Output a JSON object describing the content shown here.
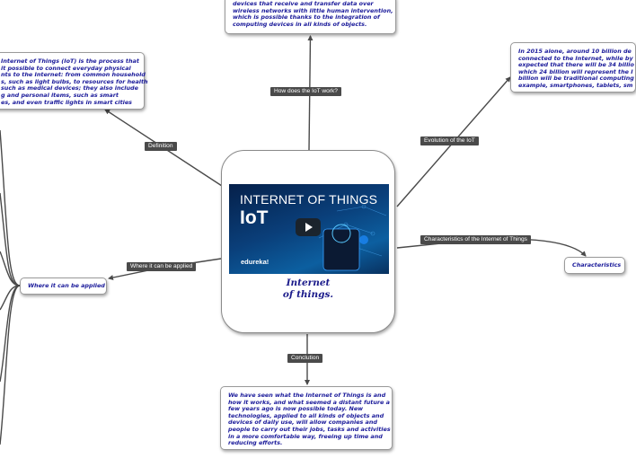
{
  "center": {
    "video": {
      "line1": "INTERNET OF THINGS",
      "line2": "IoT",
      "brand": "edureka!"
    },
    "title": "Internet\nof things."
  },
  "branches": {
    "how": "How does the IoT work?",
    "definition": "Definition",
    "evolution": "Evolution of the IoT",
    "characteristics": "Characteristics of the Internet of Things",
    "applied": "Where it can be applied",
    "conclusion": "Conclution"
  },
  "topics": {
    "how": [
      "devices that receive and transfer data over",
      "wireless networks with little human intervention,",
      "which is possible thanks to the integration of",
      "computing devices in all kinds of objects."
    ],
    "definition": [
      "Internet of Things (IoT) is the process that",
      "it possible to connect everyday physical",
      "nts to the Internet: from common household",
      "s, such as light bulbs, to resources for health",
      "such as medical devices; they also include",
      "g and personal items, such as smart",
      "es, and even traffic lights in smart cities"
    ],
    "evolution": [
      "In 2015 alone, around 10 billion de",
      "connected to the Internet, while by",
      "expected that there will be 34 billio",
      "which 24 billion will represent the I",
      "billion will be traditional computing",
      "example, smartphones, tablets, sm"
    ],
    "characteristics": [
      "Characteristics"
    ],
    "applied": [
      "Where it can be applied"
    ],
    "conclusion": [
      "We have seen what the Internet of Things is and",
      "how it works, and what seemed a distant future a",
      "few years ago is now possible today. New",
      "technologies, applied to all kinds of objects and",
      "devices of daily use, will allow companies and",
      "people to carry out their jobs, tasks and activities",
      "in a more comfortable way, freeing up time and",
      "reducing efforts."
    ]
  },
  "colors": {
    "topic_text": "#1a1a9a",
    "label_bg": "#4a4a4a",
    "connector": "#4a4a4a"
  }
}
